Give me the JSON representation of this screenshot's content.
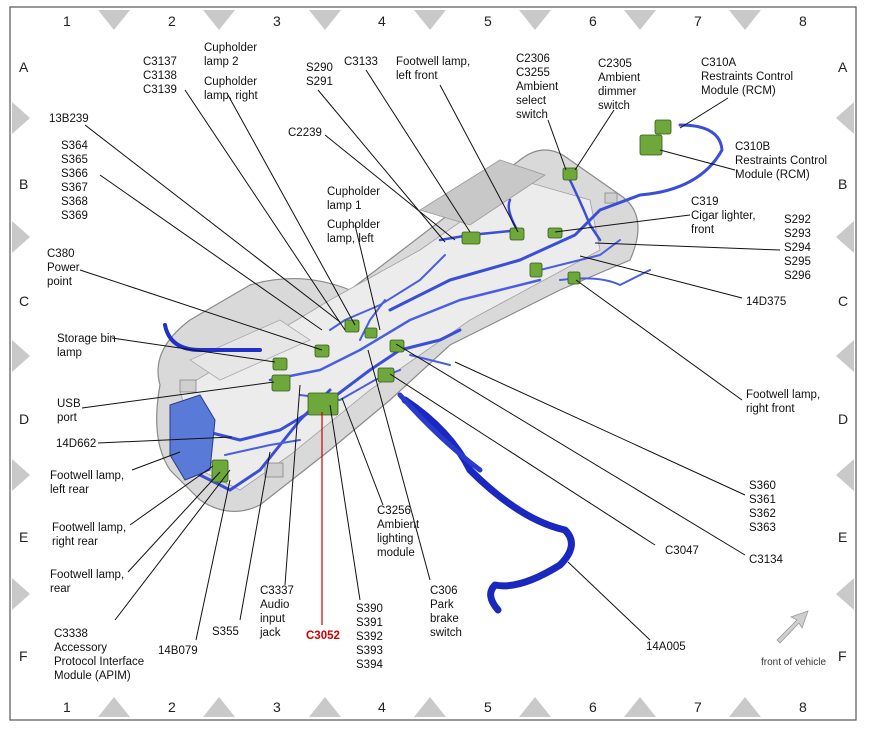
{
  "grid": {
    "columns": [
      "1",
      "2",
      "3",
      "4",
      "5",
      "6",
      "7",
      "8"
    ],
    "rows": [
      "A",
      "B",
      "C",
      "D",
      "E",
      "F"
    ]
  },
  "note": "front of vehicle",
  "labels": {
    "c3137_group": [
      "C3137",
      "C3138",
      "C3139"
    ],
    "cupholder_lamp2": [
      "Cupholder",
      "lamp 2"
    ],
    "cupholder_lamp_right": [
      "Cupholder",
      "lamp, right"
    ],
    "s290_group": [
      "S290",
      "S291"
    ],
    "c3133": [
      "C3133"
    ],
    "footwell_left_front": [
      "Footwell lamp,",
      "left front"
    ],
    "c2306_group": [
      "C2306",
      "C3255",
      "Ambient",
      "select",
      "switch"
    ],
    "c2305_group": [
      "C2305",
      "Ambient",
      "dimmer",
      "switch"
    ],
    "c310a": [
      "C310A",
      "Restraints Control",
      "Module (RCM)"
    ],
    "c310b": [
      "C310B",
      "Restraints Control",
      "Module (RCM)"
    ],
    "13b239": [
      "13B239"
    ],
    "c2239": [
      "C2239"
    ],
    "s364_group": [
      "S364",
      "S365",
      "S366",
      "S367",
      "S368",
      "S369"
    ],
    "cupholder_lamp1": [
      "Cupholder",
      "lamp 1"
    ],
    "cupholder_lamp_left": [
      "Cupholder",
      "lamp, left"
    ],
    "c319": [
      "C319",
      "Cigar lighter,",
      "front"
    ],
    "s292_group": [
      "S292",
      "S293",
      "S294",
      "S295",
      "S296"
    ],
    "c380": [
      "C380",
      "Power",
      "point"
    ],
    "14d375": [
      "14D375"
    ],
    "storage_bin": [
      "Storage bin",
      "lamp"
    ],
    "footwell_right_front": [
      "Footwell lamp,",
      "right front"
    ],
    "usb_port": [
      "USB",
      "port"
    ],
    "14d662": [
      "14D662"
    ],
    "footwell_left_rear": [
      "Footwell lamp,",
      "left rear"
    ],
    "footwell_right_rear": [
      "Footwell lamp,",
      "right rear"
    ],
    "footwell_rear": [
      "Footwell lamp,",
      "rear"
    ],
    "s360_group": [
      "S360",
      "S361",
      "S362",
      "S363"
    ],
    "c3047": [
      "C3047"
    ],
    "c3134": [
      "C3134"
    ],
    "c3256": [
      "C3256",
      "Ambient",
      "lighting",
      "module"
    ],
    "c3337": [
      "C3337",
      "Audio",
      "input",
      "jack"
    ],
    "c306": [
      "C306",
      "Park",
      "brake",
      "switch"
    ],
    "s390_group": [
      "S390",
      "S391",
      "S392",
      "S393",
      "S394"
    ],
    "c3052": [
      "C3052"
    ],
    "s355": [
      "S355"
    ],
    "14b079": [
      "14B079"
    ],
    "c3338": [
      "C3338",
      "Accessory",
      "Protocol Interface",
      "Module (APIM)"
    ],
    "14a005": [
      "14A005"
    ]
  }
}
